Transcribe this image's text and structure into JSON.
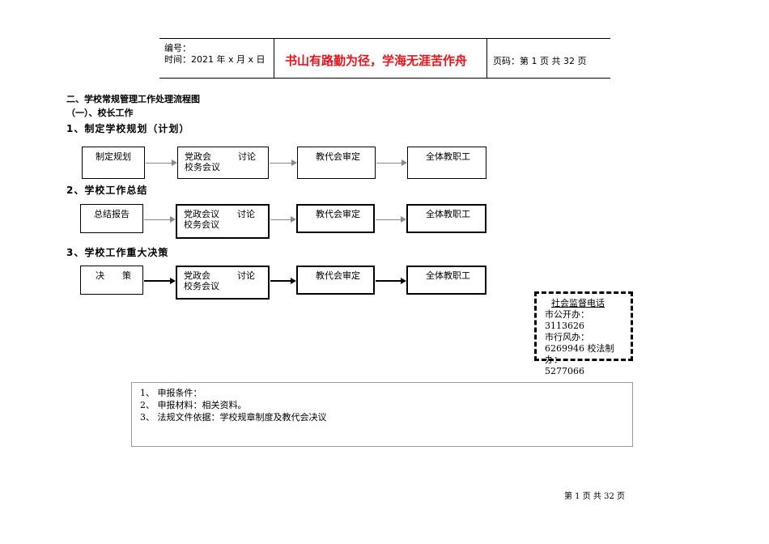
{
  "header": {
    "number_label": "编号：",
    "time_label": "时间：2021 年 x 月 x 日",
    "motto": "书山有路勤为径，学海无涯苦作舟",
    "page_info": "页码：第 1 页  共 32 页"
  },
  "title": "二、学校常规管理工作处理流程图",
  "subtitle": "（一）、校长工作",
  "sections": [
    {
      "heading": "1、制定学校规划（计划）",
      "steps": [
        {
          "line1": "制定规划",
          "line2": ""
        },
        {
          "line1": "党政会　　　讨论",
          "line2": "校务会议"
        },
        {
          "line1": "教代会审定",
          "line2": ""
        },
        {
          "line1": "全体教职工",
          "line2": ""
        }
      ]
    },
    {
      "heading": "2、学校工作总结",
      "steps": [
        {
          "line1": "总结报告",
          "line2": ""
        },
        {
          "line1": "党政会议　　讨论",
          "line2": "校务会议"
        },
        {
          "line1": "教代会审定",
          "line2": ""
        },
        {
          "line1": "全体教职工",
          "line2": ""
        }
      ]
    },
    {
      "heading": "3、学校工作重大决策",
      "steps": [
        {
          "line1": "决　　策",
          "line2": ""
        },
        {
          "line1": "党政会　　　讨论",
          "line2": "校务会议"
        },
        {
          "line1": "教代会审定",
          "line2": ""
        },
        {
          "line1": "全体教职工",
          "line2": ""
        }
      ]
    }
  ],
  "hotline": {
    "title": "社会监督电话",
    "line1": "市公开办：3113626",
    "line2": "市行风办：",
    "line3": "6269946 校法制办：",
    "line4": "5277066"
  },
  "notes": {
    "item1": "1、 申报条件：",
    "item2": "2、 申报材料：相关资料。",
    "item3": "3、 法规文件依据：学校规章制度及教代会决议"
  },
  "footer": "第 1 页  共 32 页",
  "colors": {
    "motto": "#e8141b",
    "arrow_grey": "#888888"
  }
}
